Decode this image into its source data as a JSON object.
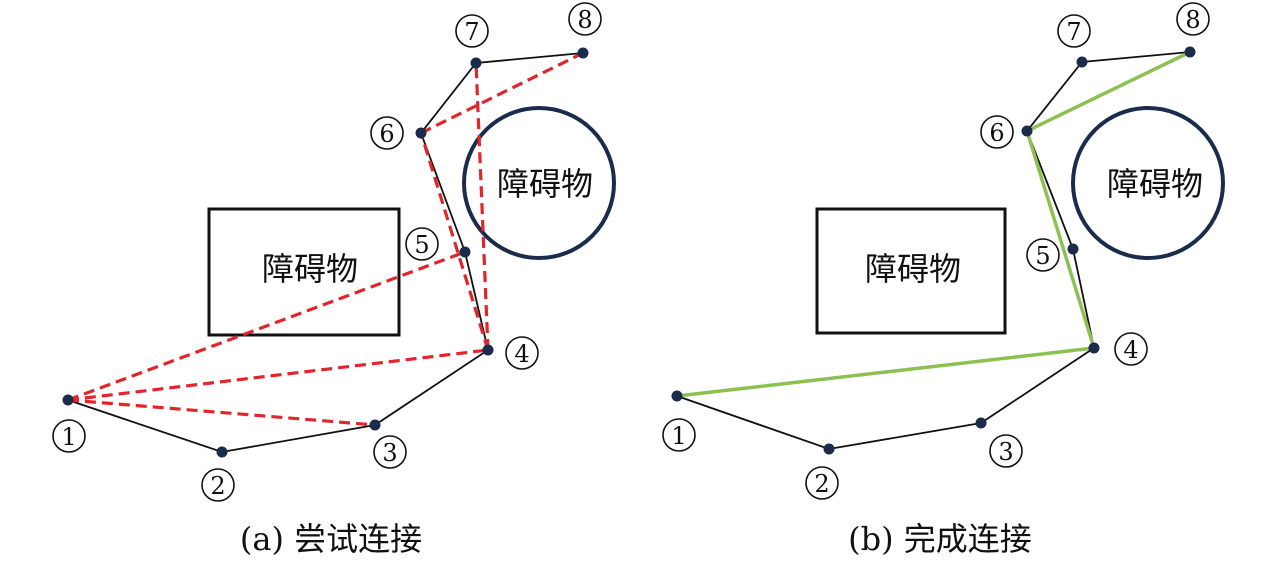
{
  "panel_a": {
    "caption": "(a) 尝试连接",
    "rect_obstacle_label": "障碍物",
    "circle_obstacle_label": "障碍物",
    "node_labels": [
      "1",
      "2",
      "3",
      "4",
      "5",
      "6",
      "7",
      "8"
    ]
  },
  "panel_b": {
    "caption": "(b) 完成连接",
    "rect_obstacle_label": "障碍物",
    "circle_obstacle_label": "障碍物",
    "node_labels": [
      "1",
      "2",
      "3",
      "4",
      "5",
      "6",
      "7",
      "8"
    ]
  },
  "colors": {
    "path": "#111111",
    "node": "#1a2b4c",
    "trial_connection": "#e0262b",
    "final_connection": "#8cc152",
    "obstacle": "#111111",
    "circle_obstacle": "#1a2b4c"
  }
}
